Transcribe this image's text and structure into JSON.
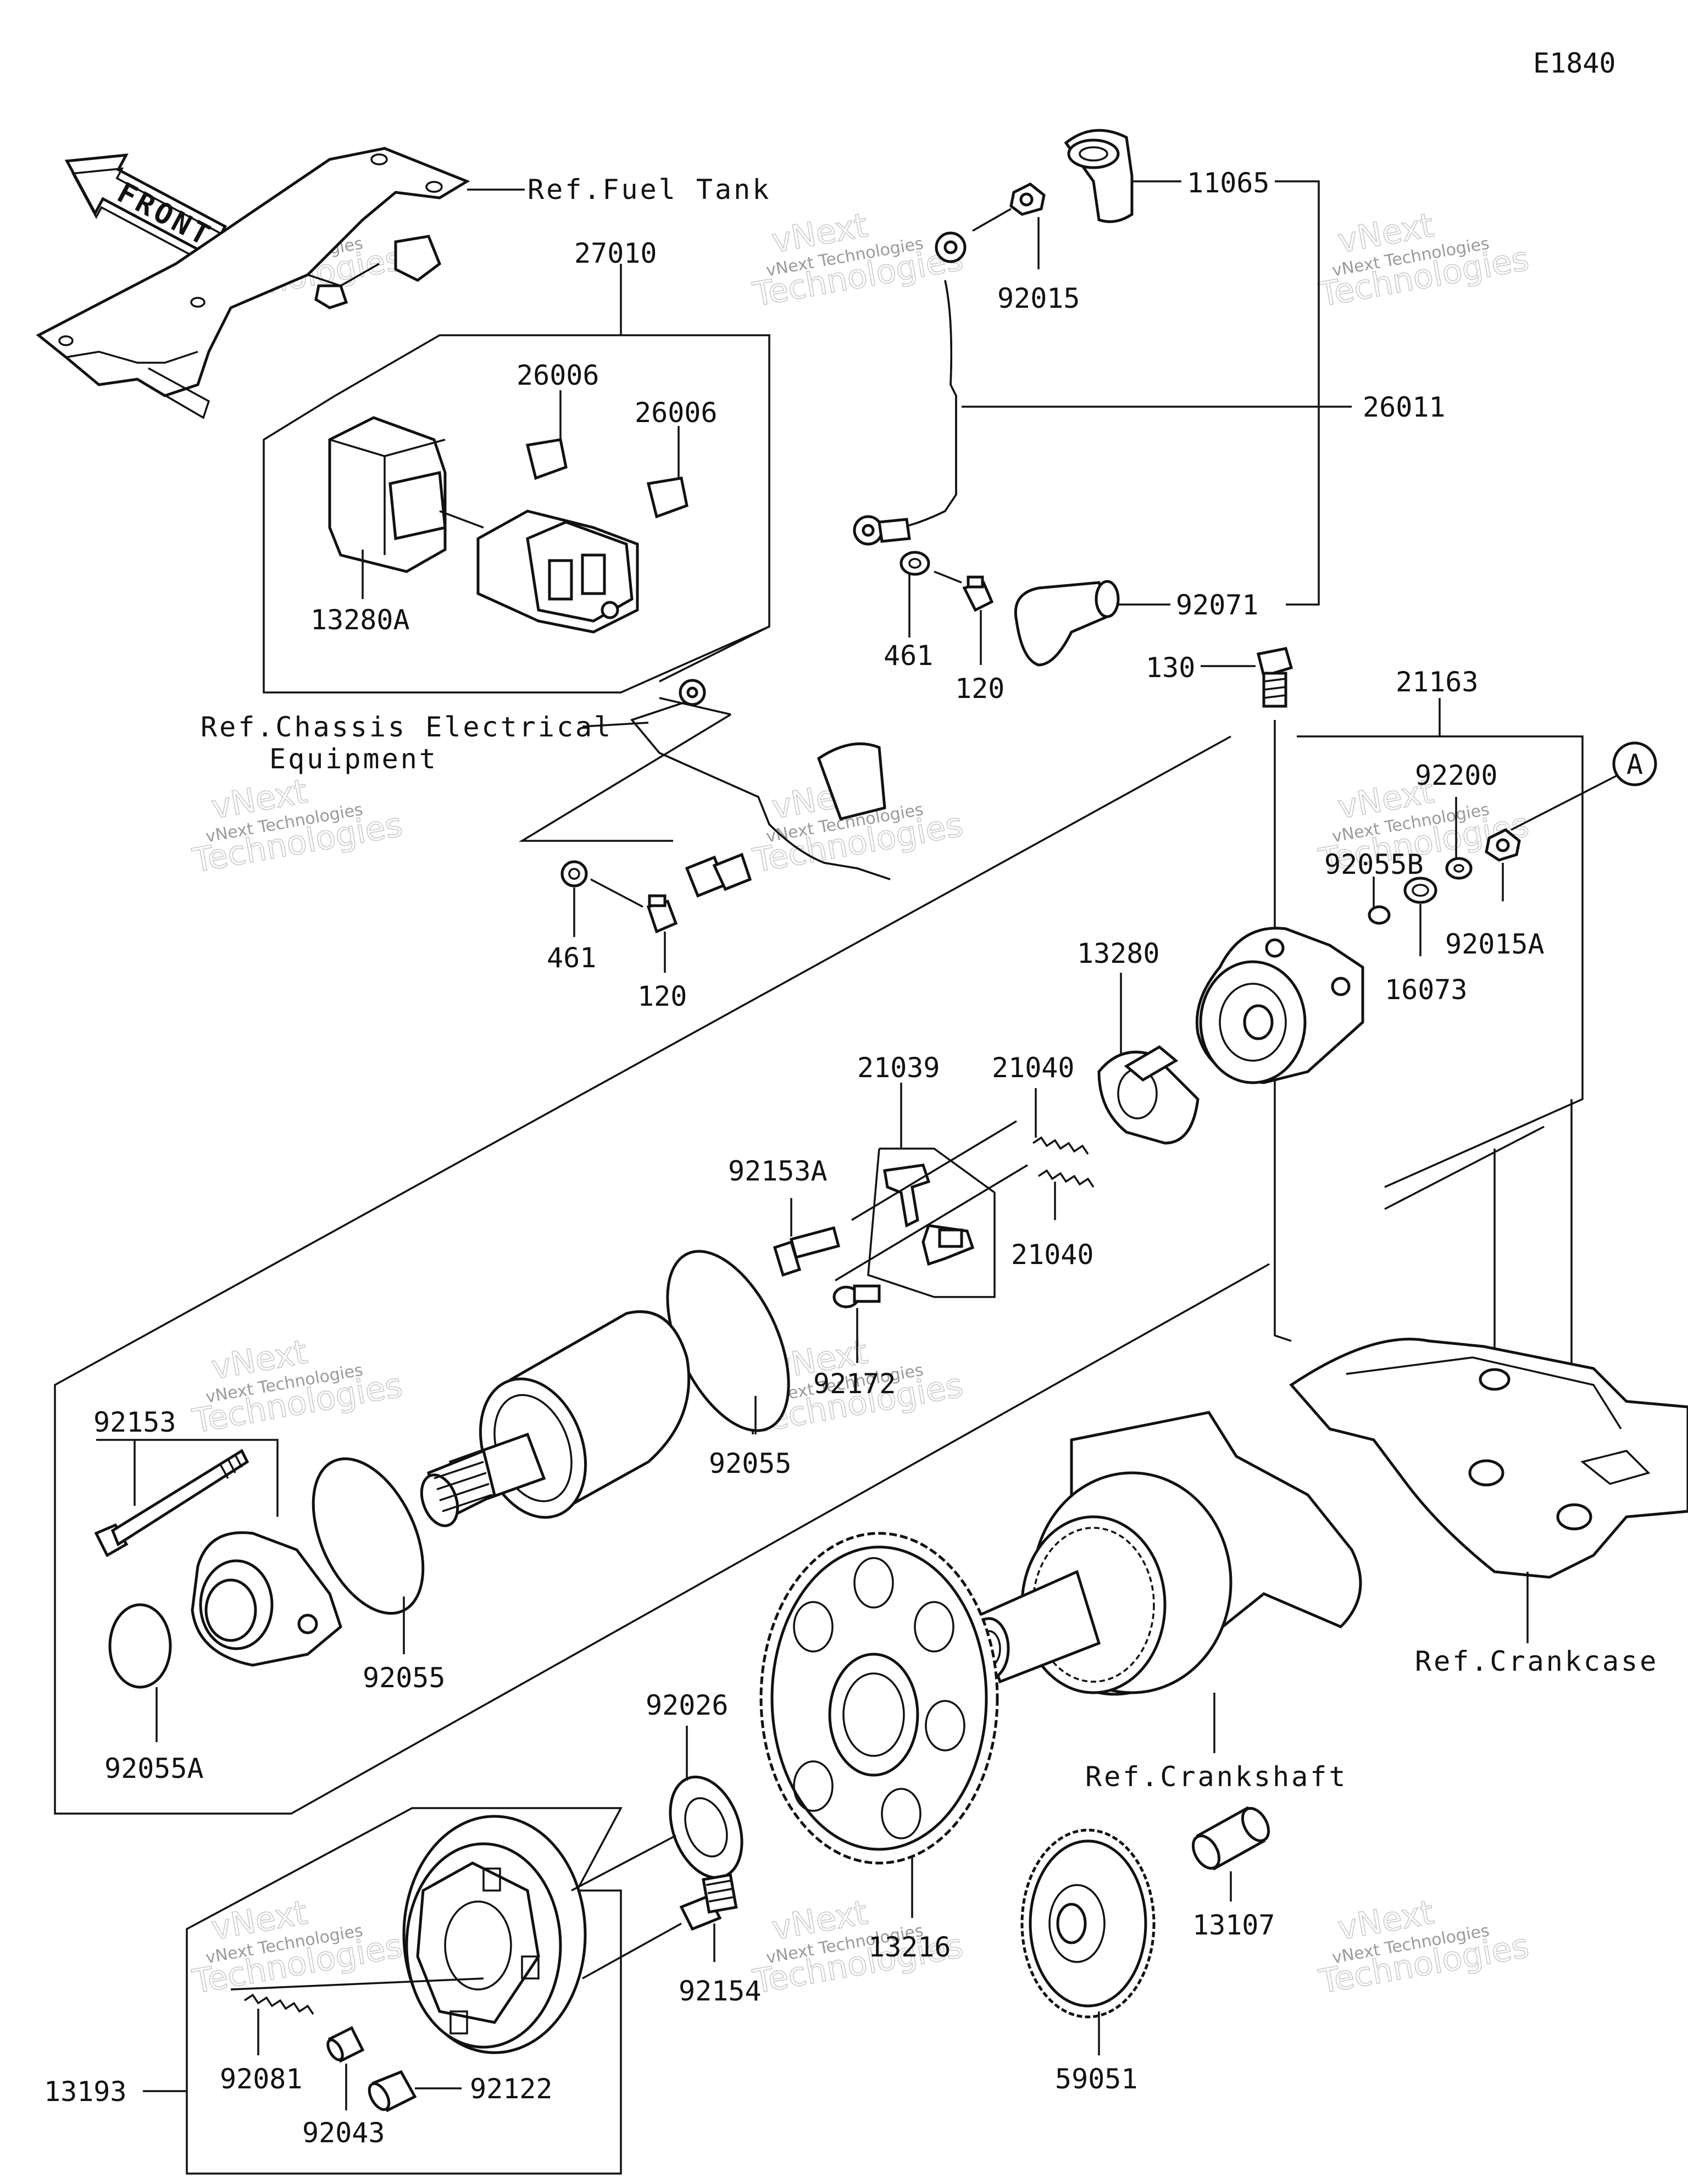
{
  "diagram_code": "E1840",
  "front_label": "FRONT",
  "callout_marker": "A",
  "references": {
    "fuel_tank": "Ref.Fuel Tank",
    "chassis_line1": "Ref.Chassis Electrical",
    "chassis_line2": "Equipment",
    "crankcase": "Ref.Crankcase",
    "crankshaft": "Ref.Crankshaft"
  },
  "part_numbers": {
    "p11065": "11065",
    "p92015": "92015",
    "p27010": "27010",
    "p26006a": "26006",
    "p26006b": "26006",
    "p26011": "26011",
    "p13280A": "13280A",
    "p461a": "461",
    "p120a": "120",
    "p92071": "92071",
    "p130": "130",
    "p21163": "21163",
    "p92200": "92200",
    "p92055B": "92055B",
    "p92015A": "92015A",
    "p16073": "16073",
    "p461b": "461",
    "p120b": "120",
    "p13280": "13280",
    "p21039": "21039",
    "p21040a": "21040",
    "p21040b": "21040",
    "p92153A": "92153A",
    "p92172": "92172",
    "p92055a": "92055",
    "p92153": "92153",
    "p92055b": "92055",
    "p92055A": "92055A",
    "p92026": "92026",
    "p13216": "13216",
    "p92154": "92154",
    "p59051": "59051",
    "p13107": "13107",
    "p13193": "13193",
    "p92081": "92081",
    "p92043": "92043",
    "p92122": "92122"
  },
  "watermark": {
    "line1": "vNext",
    "line2": "vNext Technologies",
    "line3": "Technologies"
  }
}
